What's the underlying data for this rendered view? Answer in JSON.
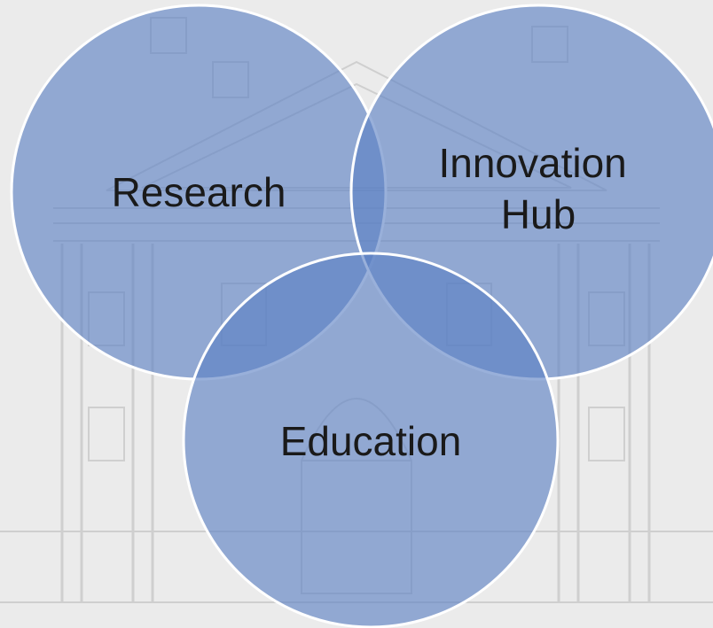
{
  "colors": {
    "background": "#ebebeb",
    "sketch_line": "#cfcfcf",
    "circle_fill": "#5b7fc4",
    "circle_stroke": "#ffffff",
    "label_text": "#1a1a1a"
  },
  "diagram": {
    "type": "venn",
    "circles": [
      {
        "id": "research",
        "label_lines": [
          "Research"
        ]
      },
      {
        "id": "innovation-hub",
        "label_lines": [
          "Innovation",
          "Hub"
        ]
      },
      {
        "id": "education",
        "label_lines": [
          "Education"
        ]
      }
    ]
  },
  "background_image": "pencil-sketch building facade"
}
